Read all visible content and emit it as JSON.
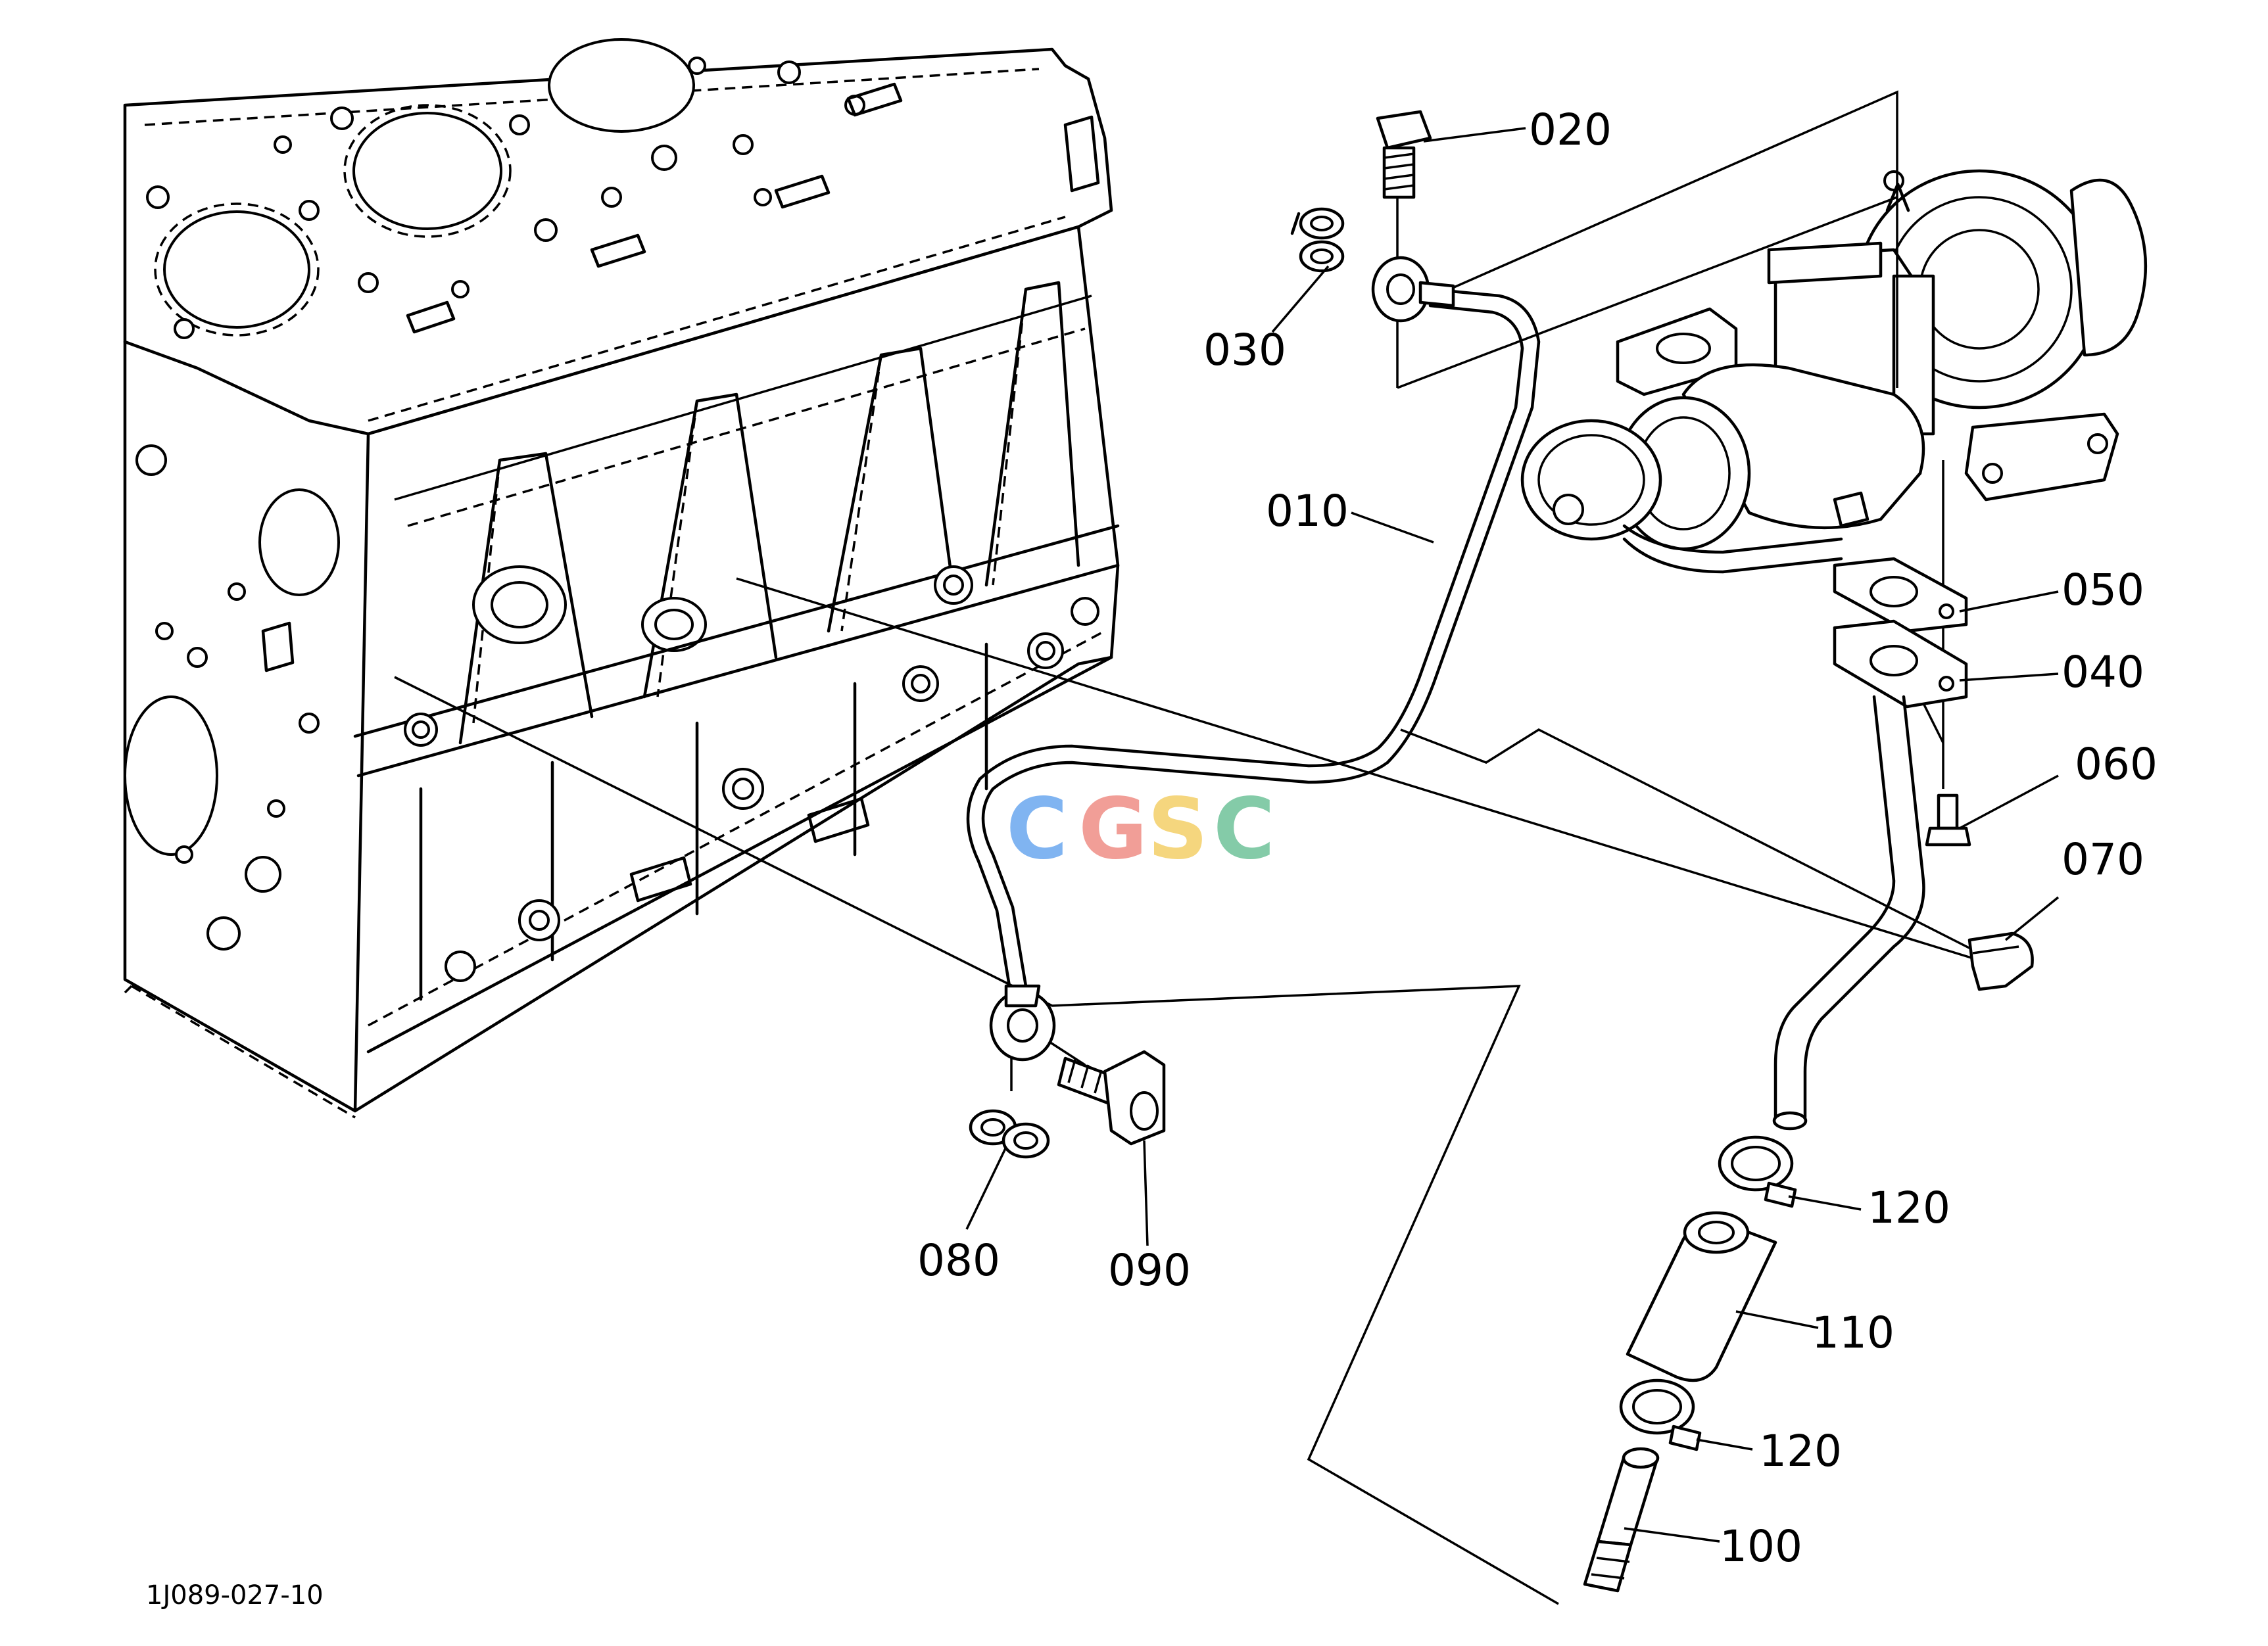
{
  "diagram": {
    "drawing_code": "1J089-027-10",
    "watermark": {
      "letters": [
        {
          "char": "C",
          "color": "#6aa7ef"
        },
        {
          "char": "G",
          "color": "#ef8e86"
        },
        {
          "char": "S",
          "color": "#f4cf68"
        },
        {
          "char": "C",
          "color": "#6fc39a"
        }
      ]
    },
    "callouts": [
      {
        "id": "010",
        "label": "010"
      },
      {
        "id": "020",
        "label": "020"
      },
      {
        "id": "030",
        "label": "030"
      },
      {
        "id": "040",
        "label": "040"
      },
      {
        "id": "050",
        "label": "050"
      },
      {
        "id": "060",
        "label": "060"
      },
      {
        "id": "070",
        "label": "070"
      },
      {
        "id": "080",
        "label": "080"
      },
      {
        "id": "090",
        "label": "090"
      },
      {
        "id": "100",
        "label": "100"
      },
      {
        "id": "110",
        "label": "110"
      },
      {
        "id": "120a",
        "label": "120"
      },
      {
        "id": "120b",
        "label": "120"
      }
    ]
  }
}
